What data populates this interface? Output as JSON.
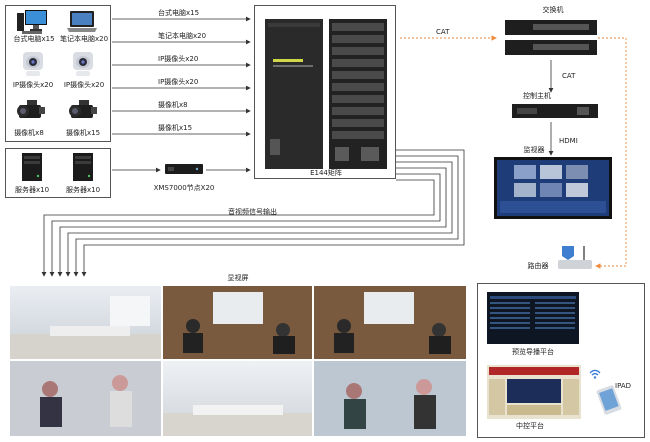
{
  "sources": {
    "desktop": "台式电脑x15",
    "laptop": "笔记本电脑x20",
    "ipcam1": "IP摄像头x20",
    "ipcam2": "IP摄像头x20",
    "camcorder1": "摄像机x8",
    "camcorder2": "摄像机x15",
    "server1": "服务器x10",
    "server2": "服务器x10"
  },
  "links": {
    "desktop": "台式电脑x15",
    "laptop": "笔记本电脑x20",
    "ipcam1": "IP摄像头x20",
    "ipcam2": "IP摄像头x20",
    "camcorder1": "摄像机x8",
    "camcorder2": "摄像机x15"
  },
  "node": "XMS7000节点X20",
  "matrix_label": "E144矩阵",
  "switch_label": "交换机",
  "cat_top": "CAT",
  "cat_right": "CAT",
  "controller_label": "控制主机",
  "hdmi_label": "HDMI",
  "monitor_label": "监视器",
  "router_label": "路由器",
  "av_output": "音视频信号输出",
  "display_wall": "显视屏",
  "preview_platform": "预览导播平台",
  "central_platform": "中控平台",
  "ipad": "IPAD",
  "colors": {
    "orange": "#f08a3c",
    "line": "#333333",
    "matrix_dark": "#2a2a2a"
  }
}
